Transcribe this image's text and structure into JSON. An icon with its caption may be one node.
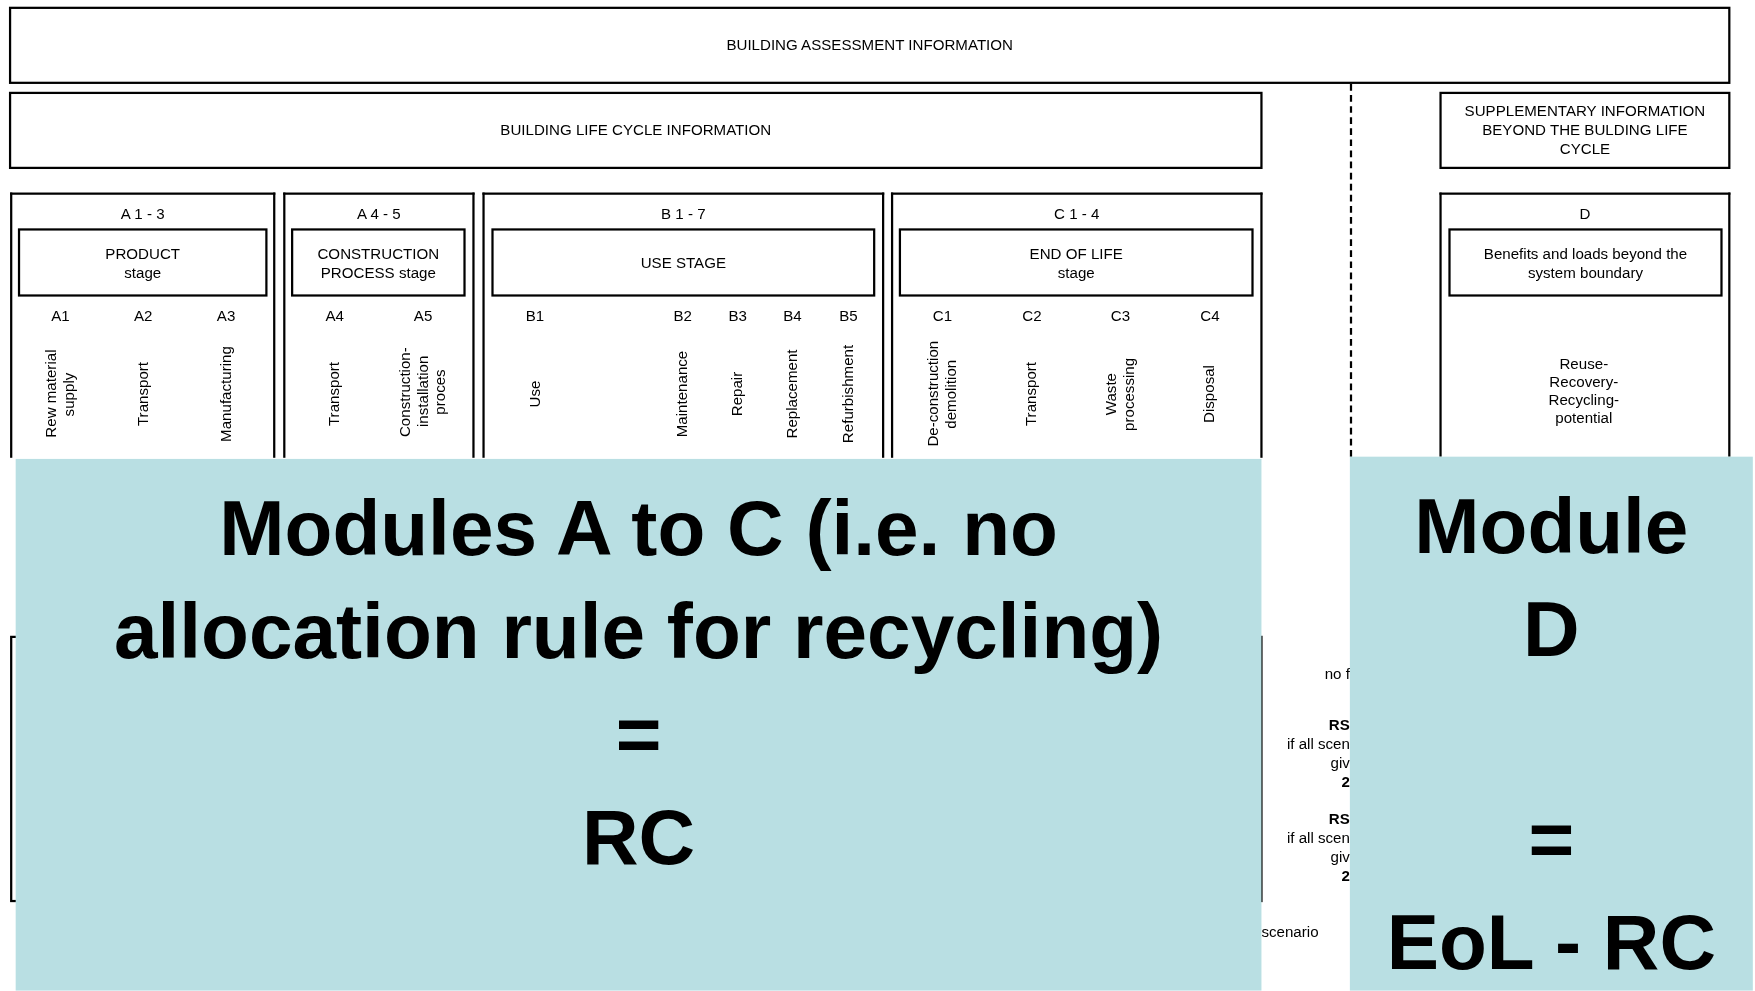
{
  "diagram": {
    "nodes": [
      {
        "text": [
          "BUILDING ASSESSMENT INFORMATION"
        ]
      },
      {
        "text": [
          "BUILDING LIFE CYCLE INFORMATION"
        ]
      },
      {
        "text": [
          "SUPPLEMENTARY INFORMATION BEYOND THE BULDING LIFE CYCLE"
        ]
      },
      {
        "text": [
          "A 1 - 3"
        ]
      },
      {
        "text": [
          "PRODUCT stage"
        ],
        "in": 3
      },
      {
        "text": [
          "A 4 - 5"
        ]
      },
      {
        "text": [
          "CONSTRUCTION PROCESS stage"
        ],
        "in": 5
      },
      {
        "text": [
          "B 1 - 7"
        ]
      },
      {
        "text": [
          "USE STAGE"
        ],
        "in": 7
      },
      {
        "text": [
          "C 1 - 4"
        ]
      },
      {
        "text": [
          "END OF LIFE stage"
        ],
        "in": 9
      },
      {
        "text": [
          "D"
        ]
      },
      {
        "text": [
          "Benefits and loads beyond the system boundary"
        ],
        "in": 11
      },
      {
        "text": [
          "Modules A to C (i.e. no allocation rule for recycling)",
          "=",
          "RC"
        ]
      },
      {
        "text": [
          "Module D",
          "=",
          "EoL - RC"
        ]
      }
    ],
    "labels": [
      "A1",
      "A2",
      "A3",
      "Rew material supply",
      "Transport",
      "Manufacturing",
      "A4",
      "A5",
      "Transport",
      "Construction-installation proces",
      "B1",
      "B2",
      "B3",
      "B4",
      "B5",
      "Use",
      "Maintenance",
      "Repair",
      "Replacement",
      "Refurbishment",
      "C1",
      "C2",
      "C3",
      "C4",
      "De-construction demolition",
      "Transport",
      "Waste processing",
      "Disposal",
      "Reuse- Recovery- Recycling- potential",
      "no f",
      "RS",
      "if all scen",
      "giv",
      "2",
      "RS",
      "if all scen",
      "giv",
      "2",
      "scenario"
    ]
  }
}
